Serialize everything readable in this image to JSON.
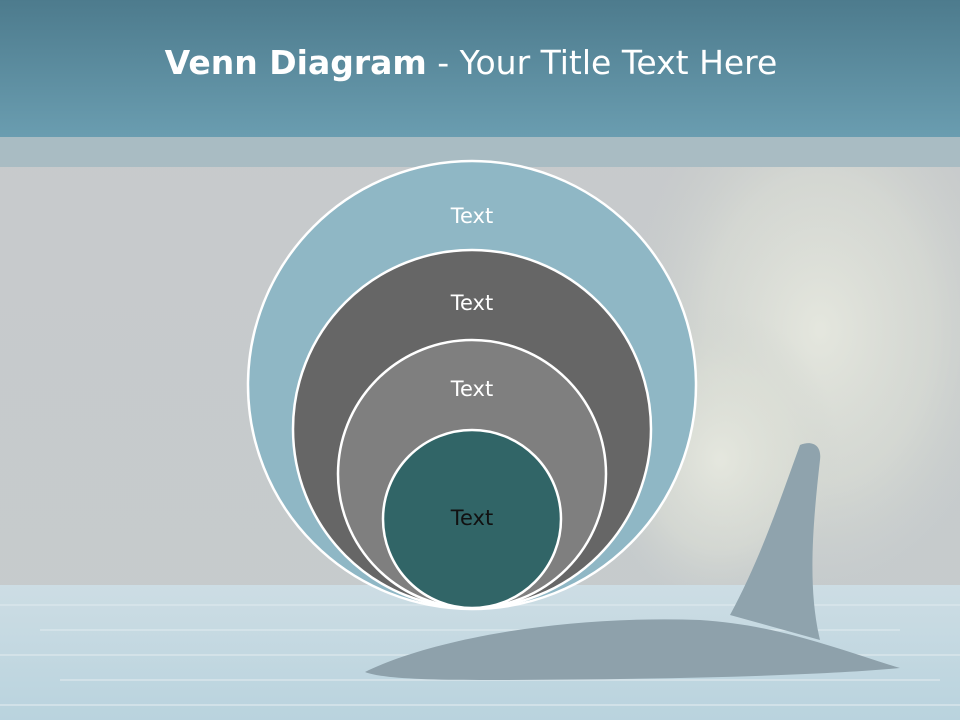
{
  "slide": {
    "title_bold": "Venn Diagram",
    "title_rest": " - Your Title Text Here"
  },
  "diagram": {
    "circles": [
      {
        "label": "Text",
        "fill": "#8fb7c5",
        "text_color": "#ffffff"
      },
      {
        "label": "Text",
        "fill": "#666666",
        "text_color": "#ffffff"
      },
      {
        "label": "Text",
        "fill": "#7f7f7f",
        "text_color": "#ffffff"
      },
      {
        "label": "Text",
        "fill": "#316567",
        "text_color": "#111111"
      }
    ],
    "stroke_color": "#ffffff"
  },
  "background": {
    "image": "orca-whale-spout-photo",
    "header_color": "#5a8a9c",
    "band_color": "#a9bcc3"
  }
}
